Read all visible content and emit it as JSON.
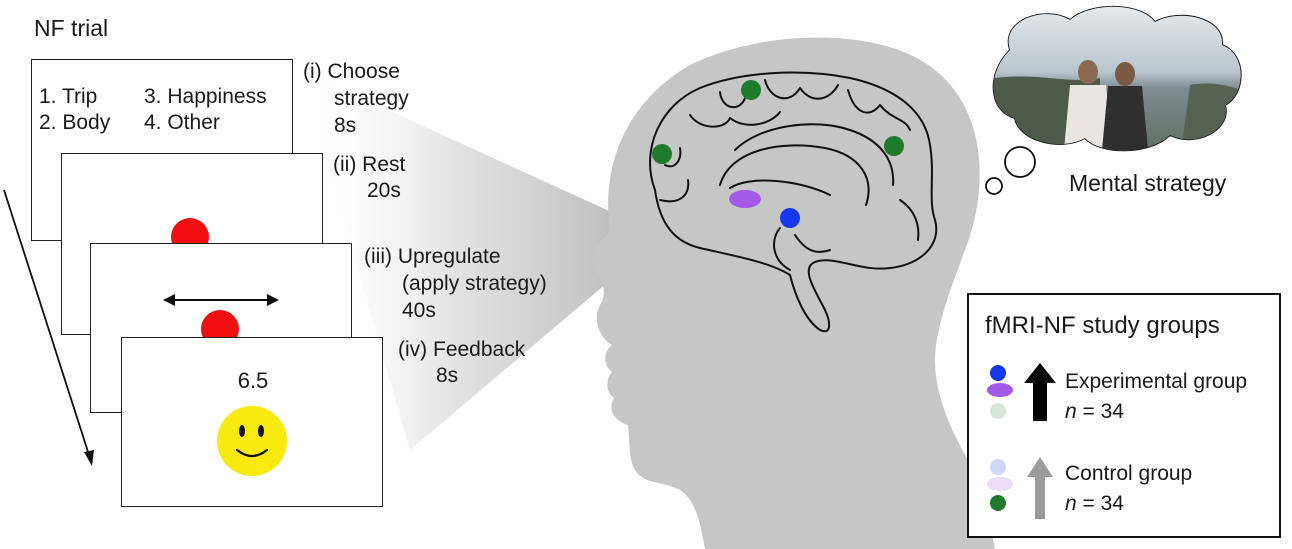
{
  "trial_title": "NF trial",
  "screen1": {
    "items": [
      "1. Trip",
      "2. Body",
      "3. Happiness",
      "4. Other"
    ]
  },
  "screen4": {
    "score": "6.5"
  },
  "steps": {
    "i": {
      "lines": [
        "(i) Choose",
        "strategy",
        "8s"
      ]
    },
    "ii": {
      "lines": [
        "(ii) Rest",
        "20s"
      ]
    },
    "iii": {
      "lines": [
        "(iii) Upregulate",
        "(apply strategy)",
        "40s"
      ]
    },
    "iv": {
      "lines": [
        "(iv) Feedback",
        "8s"
      ]
    }
  },
  "mental_strategy_label": "Mental strategy",
  "legend": {
    "title": "fMRI-NF study groups",
    "experimental": {
      "label": "Experimental group",
      "n_prefix": "n",
      "n_suffix": " = 34"
    },
    "control": {
      "label": "Control group",
      "n_prefix": "n",
      "n_suffix": " = 34"
    }
  },
  "colors": {
    "head": "#c6c6c6",
    "green_roi": "#1e7b2c",
    "blue_roi": "#1538f0",
    "purple_roi": "#a35ae8",
    "red_dot": "#f01010",
    "smiley": "#f7ea0c",
    "faded_blue": "#cfd7f7",
    "faded_purple": "#ecdcf8",
    "faded_green": "#d5e8d8",
    "control_arrow": "#9a9a9a"
  }
}
